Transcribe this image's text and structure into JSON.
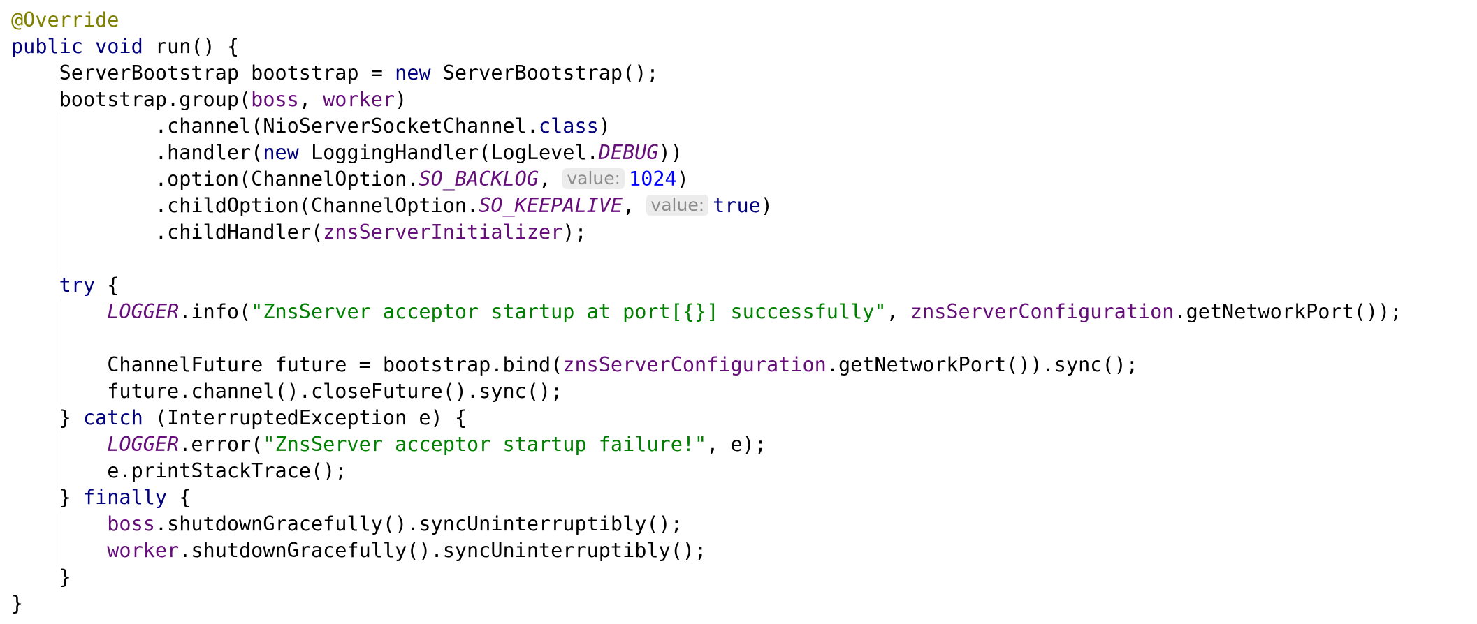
{
  "editor": {
    "lines": [
      {
        "indent": 0,
        "guides": [],
        "tokens": [
          {
            "t": "annotation",
            "v": "@Override"
          }
        ]
      },
      {
        "indent": 0,
        "guides": [],
        "tokens": [
          {
            "t": "keyword",
            "v": "public "
          },
          {
            "t": "keyword",
            "v": "void "
          },
          {
            "t": "plain",
            "v": "run() {"
          }
        ]
      },
      {
        "indent": 4,
        "guides": [],
        "tokens": [
          {
            "t": "plain",
            "v": "ServerBootstrap bootstrap = "
          },
          {
            "t": "keyword",
            "v": "new "
          },
          {
            "t": "plain",
            "v": "ServerBootstrap();"
          }
        ]
      },
      {
        "indent": 4,
        "guides": [],
        "tokens": [
          {
            "t": "plain",
            "v": "bootstrap.group("
          },
          {
            "t": "field",
            "v": "boss"
          },
          {
            "t": "plain",
            "v": ", "
          },
          {
            "t": "field",
            "v": "worker"
          },
          {
            "t": "plain",
            "v": ")"
          }
        ]
      },
      {
        "indent": 12,
        "guides": [
          4
        ],
        "tokens": [
          {
            "t": "plain",
            "v": ".channel(NioServerSocketChannel."
          },
          {
            "t": "keyword",
            "v": "class"
          },
          {
            "t": "plain",
            "v": ")"
          }
        ]
      },
      {
        "indent": 12,
        "guides": [
          4
        ],
        "tokens": [
          {
            "t": "plain",
            "v": ".handler("
          },
          {
            "t": "keyword",
            "v": "new "
          },
          {
            "t": "plain",
            "v": "LoggingHandler(LogLevel."
          },
          {
            "t": "static",
            "v": "DEBUG"
          },
          {
            "t": "plain",
            "v": "))"
          }
        ]
      },
      {
        "indent": 12,
        "guides": [
          4
        ],
        "tokens": [
          {
            "t": "plain",
            "v": ".option(ChannelOption."
          },
          {
            "t": "static",
            "v": "SO_BACKLOG"
          },
          {
            "t": "plain",
            "v": ", "
          },
          {
            "t": "hint",
            "v": "value:"
          },
          {
            "t": "number",
            "v": "1024"
          },
          {
            "t": "plain",
            "v": ")"
          }
        ]
      },
      {
        "indent": 12,
        "guides": [
          4
        ],
        "tokens": [
          {
            "t": "plain",
            "v": ".childOption(ChannelOption."
          },
          {
            "t": "static",
            "v": "SO_KEEPALIVE"
          },
          {
            "t": "plain",
            "v": ", "
          },
          {
            "t": "hint",
            "v": "value:"
          },
          {
            "t": "keyword",
            "v": "true"
          },
          {
            "t": "plain",
            "v": ")"
          }
        ]
      },
      {
        "indent": 12,
        "guides": [
          4
        ],
        "tokens": [
          {
            "t": "plain",
            "v": ".childHandler("
          },
          {
            "t": "field",
            "v": "znsServerInitializer"
          },
          {
            "t": "plain",
            "v": ");"
          }
        ]
      },
      {
        "indent": 0,
        "guides": [
          4
        ],
        "tokens": []
      },
      {
        "indent": 4,
        "guides": [],
        "tokens": [
          {
            "t": "keyword",
            "v": "try "
          },
          {
            "t": "plain",
            "v": "{"
          }
        ]
      },
      {
        "indent": 8,
        "guides": [
          4
        ],
        "tokens": [
          {
            "t": "static",
            "v": "LOGGER"
          },
          {
            "t": "plain",
            "v": ".info("
          },
          {
            "t": "string",
            "v": "\"ZnsServer acceptor startup at port[{}] successfully\""
          },
          {
            "t": "plain",
            "v": ", "
          },
          {
            "t": "field",
            "v": "znsServerConfiguration"
          },
          {
            "t": "plain",
            "v": ".getNetworkPort());"
          }
        ]
      },
      {
        "indent": 0,
        "guides": [
          4
        ],
        "tokens": []
      },
      {
        "indent": 8,
        "guides": [
          4
        ],
        "tokens": [
          {
            "t": "plain",
            "v": "ChannelFuture future = bootstrap.bind("
          },
          {
            "t": "field",
            "v": "znsServerConfiguration"
          },
          {
            "t": "plain",
            "v": ".getNetworkPort()).sync();"
          }
        ]
      },
      {
        "indent": 8,
        "guides": [
          4
        ],
        "tokens": [
          {
            "t": "plain",
            "v": "future.channel().closeFuture().sync();"
          }
        ]
      },
      {
        "indent": 4,
        "guides": [],
        "tokens": [
          {
            "t": "plain",
            "v": "} "
          },
          {
            "t": "keyword",
            "v": "catch "
          },
          {
            "t": "plain",
            "v": "(InterruptedException e) {"
          }
        ]
      },
      {
        "indent": 8,
        "guides": [
          4
        ],
        "tokens": [
          {
            "t": "static",
            "v": "LOGGER"
          },
          {
            "t": "plain",
            "v": ".error("
          },
          {
            "t": "string",
            "v": "\"ZnsServer acceptor startup failure!\""
          },
          {
            "t": "plain",
            "v": ", e);"
          }
        ]
      },
      {
        "indent": 8,
        "guides": [
          4
        ],
        "tokens": [
          {
            "t": "plain",
            "v": "e.printStackTrace();"
          }
        ]
      },
      {
        "indent": 4,
        "guides": [],
        "tokens": [
          {
            "t": "plain",
            "v": "} "
          },
          {
            "t": "keyword",
            "v": "finally "
          },
          {
            "t": "plain",
            "v": "{"
          }
        ]
      },
      {
        "indent": 8,
        "guides": [
          4
        ],
        "tokens": [
          {
            "t": "field",
            "v": "boss"
          },
          {
            "t": "plain",
            "v": ".shutdownGracefully().syncUninterruptibly();"
          }
        ]
      },
      {
        "indent": 8,
        "guides": [
          4
        ],
        "tokens": [
          {
            "t": "field",
            "v": "worker"
          },
          {
            "t": "plain",
            "v": ".shutdownGracefully().syncUninterruptibly();"
          }
        ]
      },
      {
        "indent": 4,
        "guides": [],
        "tokens": [
          {
            "t": "plain",
            "v": "}"
          }
        ]
      },
      {
        "indent": 0,
        "guides": [],
        "tokens": [
          {
            "t": "plain",
            "v": "}"
          }
        ]
      }
    ]
  },
  "colors": {
    "keyword": "#000080",
    "annotation": "#808000",
    "field": "#660e7a",
    "string": "#008000",
    "number": "#0000ff",
    "hint_text": "#8c8c8c",
    "hint_background": "#ececec"
  }
}
